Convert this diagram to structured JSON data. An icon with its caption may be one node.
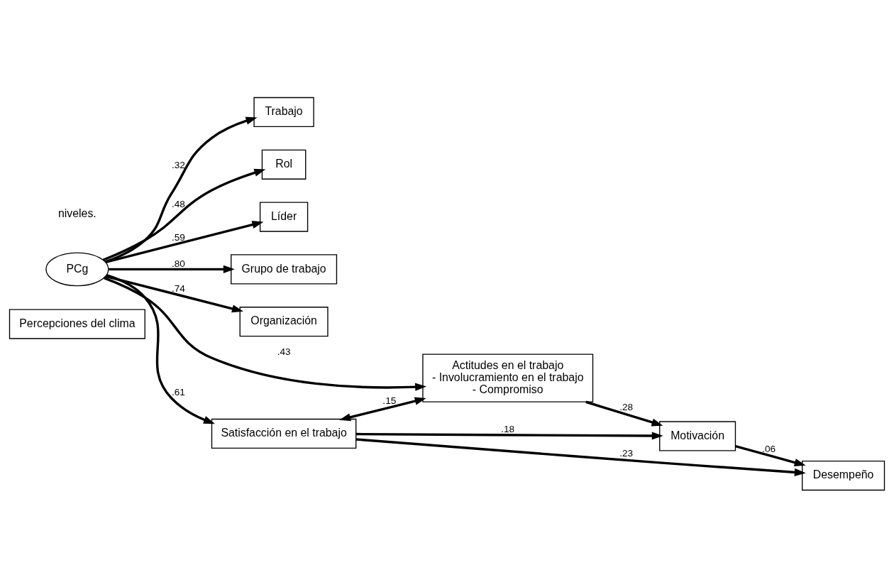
{
  "diagram": {
    "nodes": [
      {
        "text": [
          "Percepciones del clima"
        ]
      },
      {
        "text": [
          "Trabajo"
        ]
      },
      {
        "text": [
          "Rol"
        ]
      },
      {
        "text": [
          "Líder"
        ]
      },
      {
        "text": [
          "Grupo de trabajo"
        ]
      },
      {
        "text": [
          "Organización"
        ]
      },
      {
        "text": [
          "PCg"
        ]
      },
      {
        "text": [
          "Satisfacción en el trabajo"
        ]
      },
      {
        "text": [
          "Motivación"
        ]
      },
      {
        "text": [
          "Desempeño"
        ]
      },
      {
        "text": [
          "Actitudes en el trabajo",
          "- Involucramiento en el trabajo",
          "- Compromiso"
        ]
      }
    ],
    "edges": [
      {
        "from": 6,
        "to": 1,
        "arrow": "to",
        "label": ".32"
      },
      {
        "from": 6,
        "to": 2,
        "arrow": "to",
        "label": ".48"
      },
      {
        "from": 6,
        "to": 3,
        "arrow": "to",
        "label": ".59"
      },
      {
        "from": 6,
        "to": 4,
        "arrow": "to",
        "label": ".80"
      },
      {
        "from": 6,
        "to": 5,
        "arrow": "to",
        "label": ".74"
      },
      {
        "from": 6,
        "to": 7,
        "arrow": "to",
        "label": ".61"
      },
      {
        "from": 6,
        "to": 10,
        "arrow": "to",
        "label": ".43"
      },
      {
        "from": 7,
        "to": 10,
        "arrow": "both",
        "label": ".15"
      },
      {
        "from": 7,
        "to": 8,
        "arrow": "to",
        "label": ".18"
      },
      {
        "from": 7,
        "to": 9,
        "arrow": "to",
        "label": ".23"
      },
      {
        "from": 10,
        "to": 8,
        "arrow": "to",
        "label": ".28"
      },
      {
        "from": 8,
        "to": 9,
        "arrow": "to",
        "label": ".06"
      }
    ],
    "labels": [
      "niveles."
    ]
  }
}
